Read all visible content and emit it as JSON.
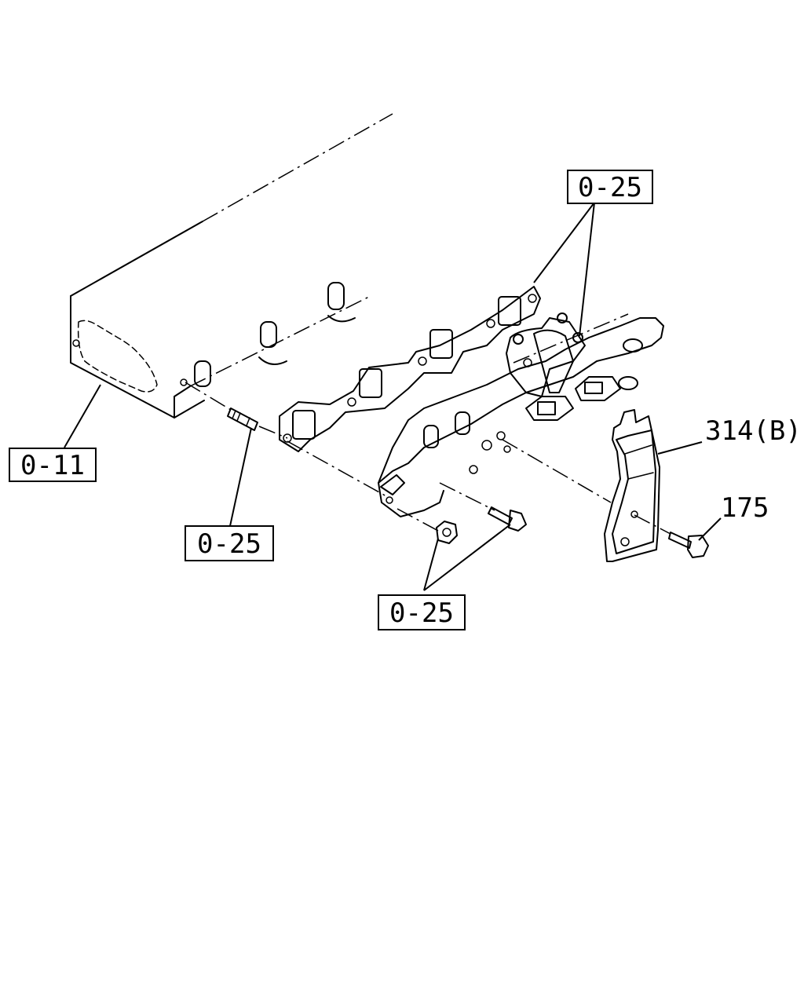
{
  "diagram": {
    "callouts": {
      "ref_0_25_top": "0-25",
      "ref_0_11": "0-11",
      "ref_0_25_left": "0-25",
      "ref_0_25_bottom": "0-25",
      "part_314b": "314(B)",
      "part_175": "175"
    }
  }
}
